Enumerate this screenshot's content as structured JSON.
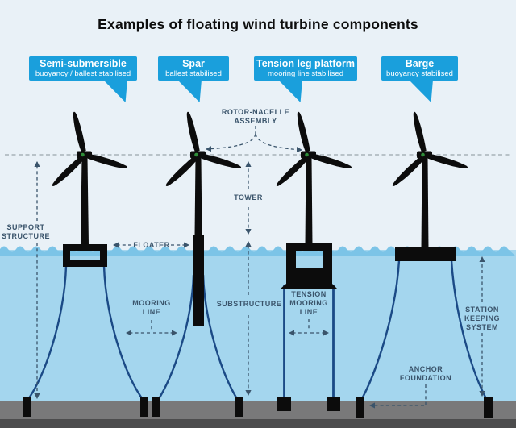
{
  "title": "Examples of floating wind turbine components",
  "labels": [
    {
      "name": "Semi-submersible",
      "subtitle": "buoyancy / ballest stabilised"
    },
    {
      "name": "Spar",
      "subtitle": "ballest stabilised"
    },
    {
      "name": "Tension leg platform",
      "subtitle": "mooring line stabilised"
    },
    {
      "name": "Barge",
      "subtitle": "buoyancy stabilised"
    }
  ],
  "annotations": {
    "rotor_nacelle": [
      "ROTOR-NACELLE",
      "ASSEMBLY"
    ],
    "tower": [
      "TOWER"
    ],
    "support_structure": [
      "SUPPORT",
      "STRUCTURE"
    ],
    "floater": [
      "FLOATER"
    ],
    "mooring_line": [
      "MOORING",
      "LINE"
    ],
    "substructure": [
      "SUBSTRUCTURE"
    ],
    "tension_mooring_line": [
      "TENSION",
      "MOORING",
      "LINE"
    ],
    "station_keeping_system": [
      "STATION",
      "KEEPING",
      "SYSTEM"
    ],
    "anchor_foundation": [
      "ANCHOR",
      "FOUNDATION"
    ]
  },
  "colors": {
    "label_blue": "#1a9fdc",
    "water": "#a4d6ee",
    "wave_band": "#7cc4e7",
    "background": "#e9f1f7",
    "seabed": "#79797a",
    "seabed_dark": "#4c4c4d",
    "structure": "#0c0c0c",
    "mooring_line": "#1b4a86",
    "annotation_text": "#3a546b",
    "hub_green": "#2f8f3a"
  }
}
